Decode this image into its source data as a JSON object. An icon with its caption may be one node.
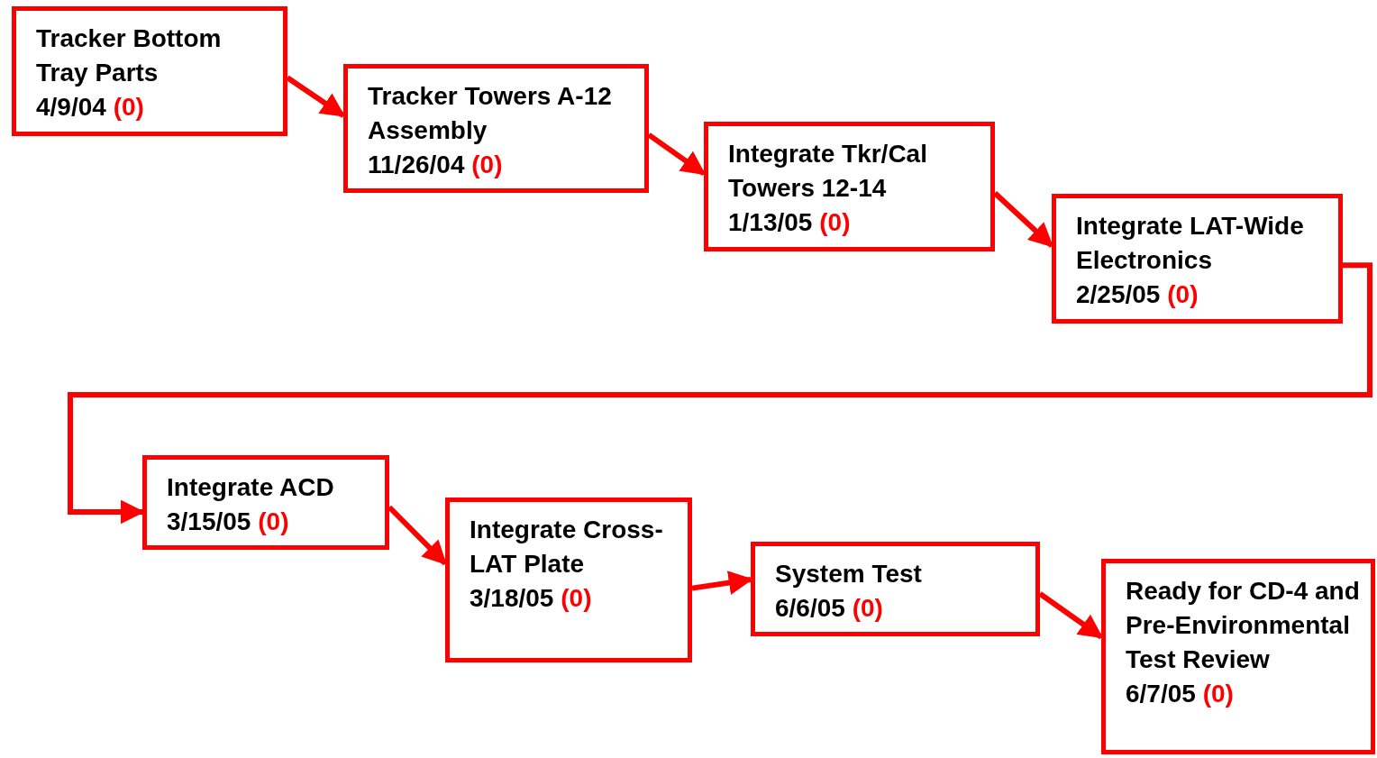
{
  "diagram": {
    "nodes": [
      {
        "text": [
          "Tracker Bottom Tray Parts",
          "4/9/04",
          "(0)"
        ]
      },
      {
        "text": [
          "Tracker Towers A-12 Assembly",
          "11/26/04",
          "(0)"
        ]
      },
      {
        "text": [
          "Integrate Tkr/Cal Towers 12-14",
          "1/13/05",
          "(0)"
        ]
      },
      {
        "text": [
          "Integrate LAT-Wide Electronics",
          "2/25/05",
          "(0)"
        ]
      },
      {
        "text": [
          "Integrate ACD",
          "3/15/05",
          "(0)"
        ]
      },
      {
        "text": [
          "Integrate Cross-LAT Plate",
          "3/18/05",
          "(0)"
        ]
      },
      {
        "text": [
          "System Test",
          "6/6/05",
          "(0)"
        ]
      },
      {
        "text": [
          "Ready for CD-4 and Pre-Environmental Test Review",
          "6/7/05",
          "(0)"
        ]
      }
    ],
    "edges": [
      {
        "from": 0,
        "to": 1,
        "arrow": "to"
      },
      {
        "from": 1,
        "to": 2,
        "arrow": "to"
      },
      {
        "from": 2,
        "to": 3,
        "arrow": "to"
      },
      {
        "from": 3,
        "to": 4,
        "arrow": "to"
      },
      {
        "from": 4,
        "to": 5,
        "arrow": "to"
      },
      {
        "from": 5,
        "to": 6,
        "arrow": "to"
      },
      {
        "from": 6,
        "to": 7,
        "arrow": "to"
      }
    ]
  }
}
